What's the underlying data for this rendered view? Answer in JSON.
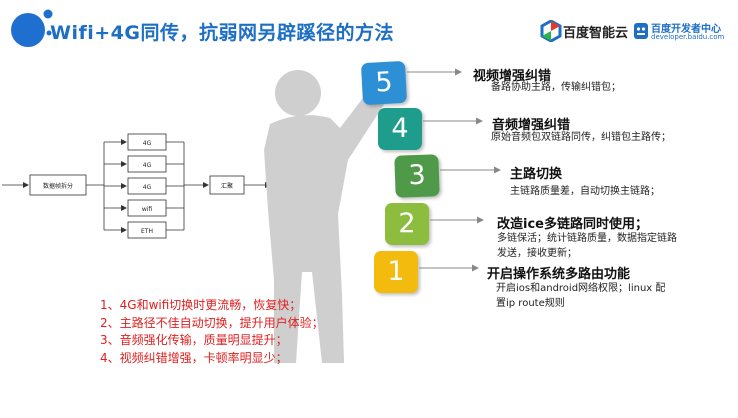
{
  "slide": {
    "title": "Wifi+4G同传，抗弱网另辟蹊径的方法",
    "logos": {
      "baidu_ai_cloud": "百度智能云",
      "developer_center": "百度开发者中心",
      "developer_url": "developer.baidu.com"
    },
    "flow": {
      "split_label": "数据帧拆分",
      "merge_label": "汇聚",
      "channels": [
        "4G",
        "4G",
        "4G",
        "wifi",
        "ETH"
      ]
    },
    "steps": [
      {
        "number": "5",
        "title": "视频增强纠错",
        "desc": [
          "备路协助主路，传输纠错包；"
        ]
      },
      {
        "number": "4",
        "title": "音频增强纠错",
        "desc": [
          "原始音频包双链路同传，纠错包主路传；"
        ]
      },
      {
        "number": "3",
        "title": "主路切换",
        "desc": [
          "主链路质量差，自动切换主链路；"
        ]
      },
      {
        "number": "2",
        "title": "改造ice多链路同时使用；",
        "desc": [
          "多链保活；统计链路质量，数据指定链路",
          "发送，接收更新；"
        ]
      },
      {
        "number": "1",
        "title": "开启操作系统多路由功能",
        "desc": [
          "开启ios和android网络权限；linux 配",
          "置ip route规则"
        ]
      }
    ],
    "benefits": [
      "1、4G和wifi切换时更流畅，恢复快；",
      "2、主路径不佳自动切换，提升用户体验；",
      "3、音频强化传输，质量明显提升；",
      "4、视频纠错增强，卡顿率明显少；"
    ],
    "colors": {
      "title": "#1d6fc4",
      "benefits": "#e02020",
      "block5": "#2d8fd5",
      "block4": "#1e9c8c",
      "block3": "#4f9a48",
      "block2": "#8cbd3f",
      "block1": "#f2bb0e"
    }
  }
}
